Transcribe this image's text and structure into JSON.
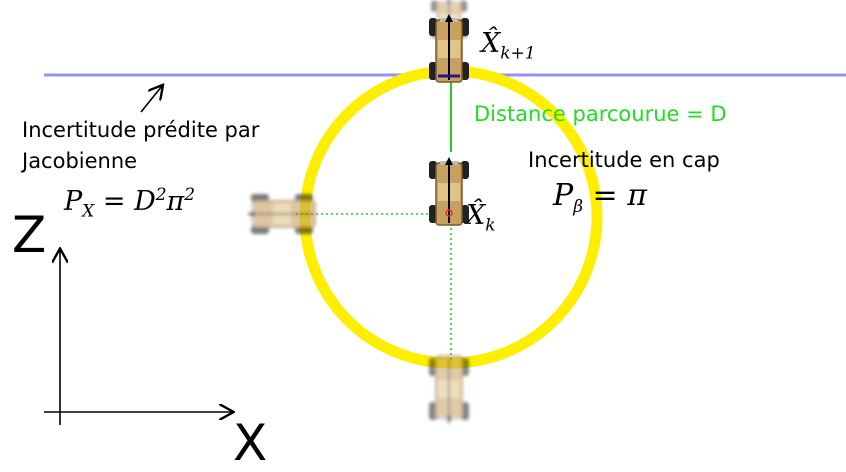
{
  "labels": {
    "uncertainty_jacobian_line1": "Incertitude prédite par",
    "uncertainty_jacobian_line2": "Jacobienne",
    "heading_uncertainty": "Incertitude en cap",
    "distance_label": "Distance parcourue = D",
    "axis_z": "Z",
    "axis_x": "X"
  },
  "equations": {
    "px": {
      "base": "P",
      "sub": "X",
      "rhs": " = D",
      "sup1": "2",
      "mid": "π",
      "sup2": "2"
    },
    "pbeta": {
      "base": "P",
      "sub": "β",
      "rhs": " = π"
    },
    "xk": {
      "base": "X̂",
      "sub": "k"
    },
    "xk1": {
      "base": "X̂",
      "sub": "k+1"
    }
  },
  "colors": {
    "circle": "#ffee00",
    "band": "#5555ff",
    "distance": "#22dd22",
    "vehicle_body": "#c8a060",
    "tire": "#222222"
  }
}
